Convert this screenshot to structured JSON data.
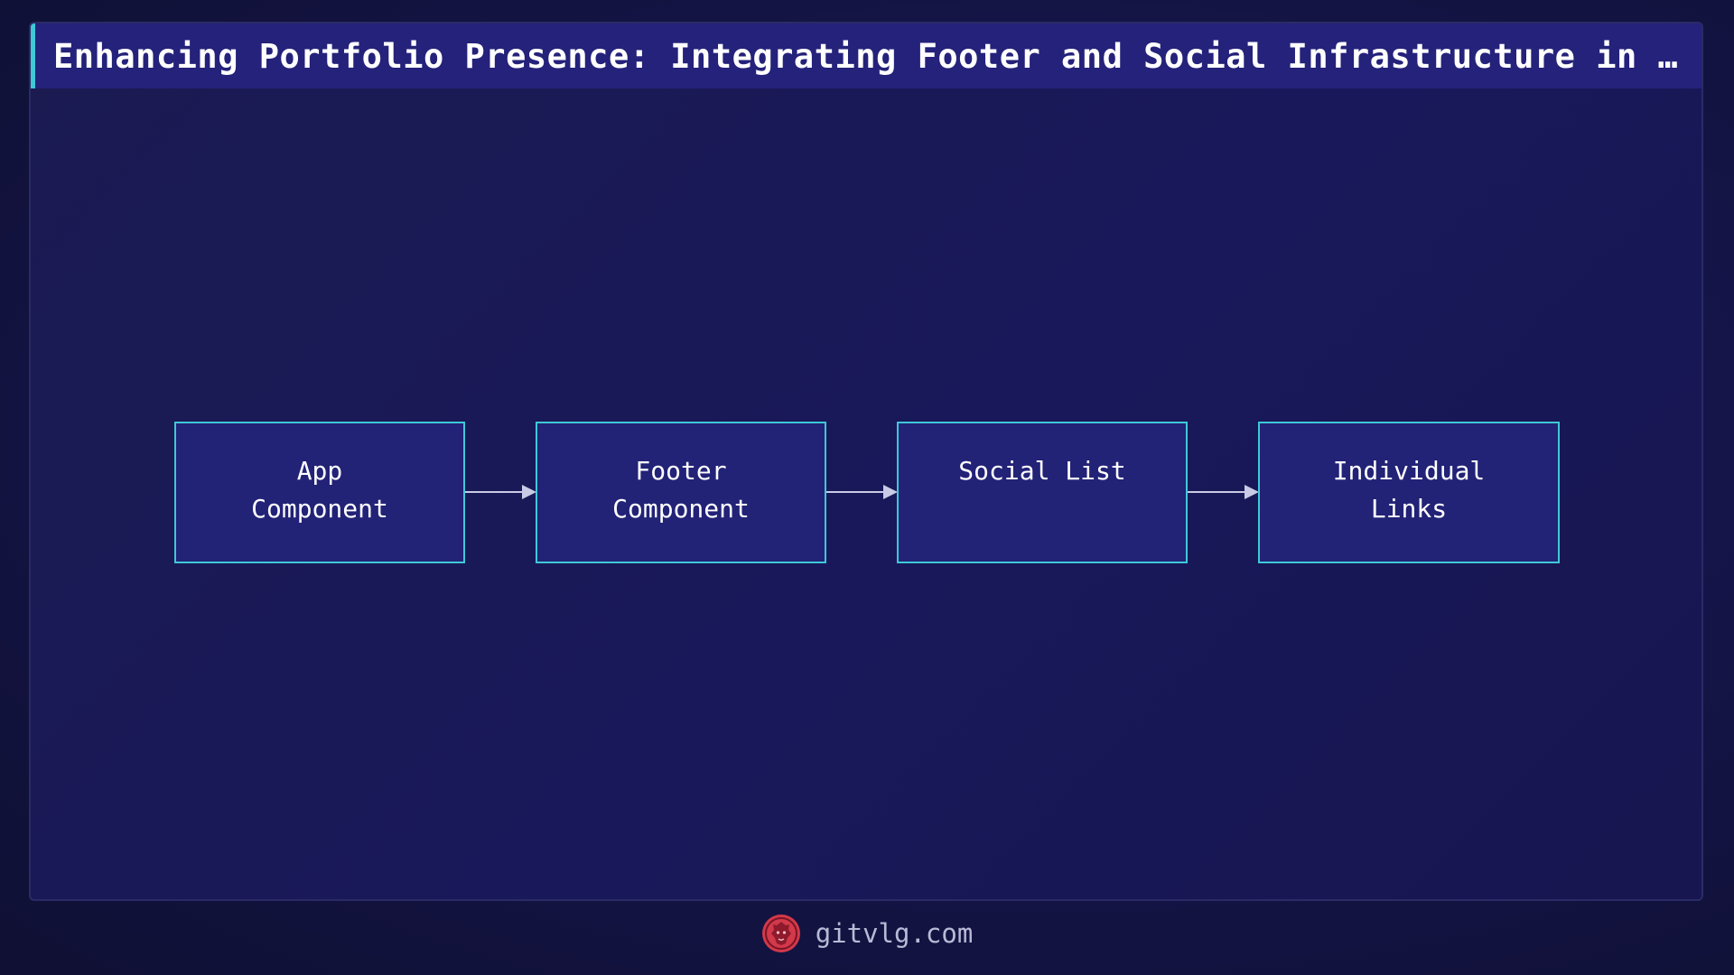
{
  "title": "Enhancing Portfolio Presence: Integrating Footer and Social Infrastructure in R…",
  "diagram": {
    "nodes": [
      {
        "id": "app",
        "lines": [
          "App",
          "Component"
        ]
      },
      {
        "id": "footer",
        "lines": [
          "Footer",
          "Component"
        ]
      },
      {
        "id": "social",
        "lines": [
          "Social List",
          ""
        ]
      },
      {
        "id": "links",
        "lines": [
          "Individual",
          "Links"
        ]
      }
    ],
    "edges": [
      {
        "from": "app",
        "to": "footer"
      },
      {
        "from": "footer",
        "to": "social"
      },
      {
        "from": "social",
        "to": "links"
      }
    ]
  },
  "colors": {
    "accent": "#3ec9d6",
    "node_fill": "#222277",
    "title_bar": "#24227a",
    "logo": "#d2394a"
  },
  "footer": {
    "logo_icon": "lion-logo-icon",
    "site": "gitvlg.com"
  }
}
